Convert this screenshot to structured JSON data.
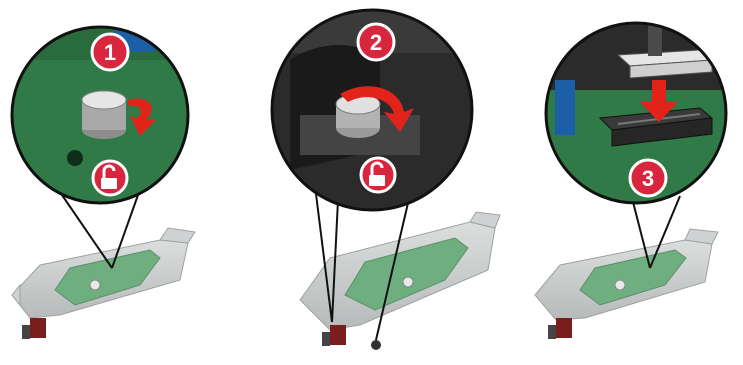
{
  "steps": [
    {
      "number": "1",
      "action": "turn-thumbscrew-counterclockwise",
      "icon": "unlock-icon"
    },
    {
      "number": "2",
      "action": "turn-thumbscrew-counterclockwise",
      "icon": "unlock-icon"
    },
    {
      "number": "3",
      "action": "insert-card-into-connector",
      "icon": "down-arrow-icon"
    }
  ],
  "colors": {
    "badge_red": "#d7263d",
    "arrow_red": "#e2231a",
    "board_green": "#2f7a46",
    "board_green_dark": "#1f5d33",
    "tray_grey": "#c9cccc",
    "outline": "#111111"
  }
}
